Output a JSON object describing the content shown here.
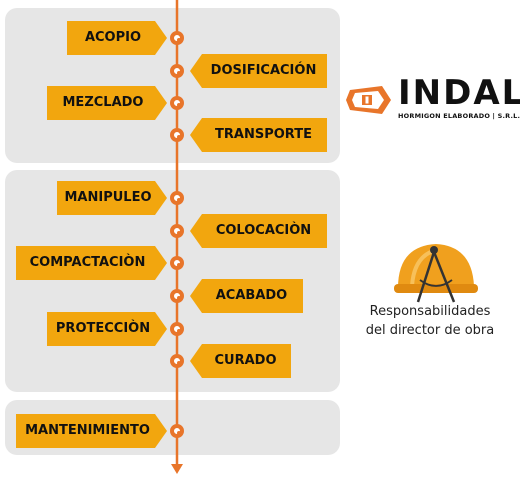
{
  "colors": {
    "panel": "#e6e6e6",
    "label_fill": "#f2a60e",
    "axis": "#e8752a",
    "logo_orange": "#e8752a",
    "helmet": "#f0a01e"
  },
  "stages": [
    {
      "steps": [
        "ACOPIO",
        "DOSIFICACIÓN",
        "MEZCLADO",
        "TRANSPORTE"
      ]
    },
    {
      "steps": [
        "MANIPULEO",
        "COLOCACIÒN",
        "COMPACTACIÒN",
        "ACABADO",
        "PROTECCIÒN",
        "CURADO"
      ]
    },
    {
      "steps": [
        "MANTENIMIENTO"
      ]
    }
  ],
  "logo": {
    "name": "INDAL",
    "tagline": "HORMIGON ELABORADO | S.R.L."
  },
  "caption": {
    "line1": "Responsabilidades",
    "line2": "del director de obra"
  },
  "icons": {
    "logo": "indal-logo-icon",
    "helmet": "helmet-compass-icon"
  }
}
